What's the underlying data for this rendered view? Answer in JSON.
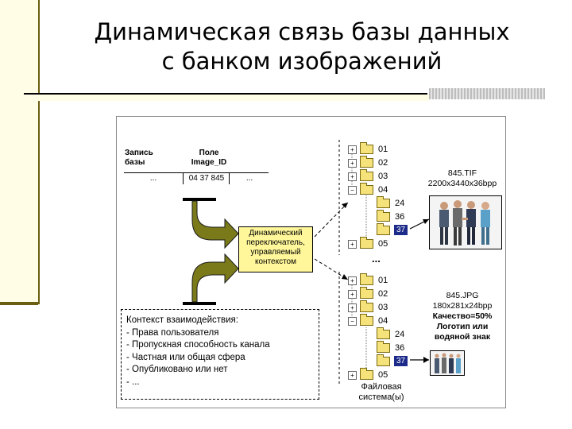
{
  "title": {
    "line1": "Динамическая связь базы данных",
    "line2": "с банком изображений"
  },
  "record": {
    "label_line1": "Запись",
    "label_line2": "базы",
    "field_line1": "Поле",
    "field_line2": "Image_ID",
    "cell_left": "...",
    "cell_value": "04 37 845",
    "cell_right": "..."
  },
  "switch_box": {
    "line1": "Динамический",
    "line2": "переключатель,",
    "line3": "управляемый",
    "line4": "контекстом"
  },
  "interaction": {
    "heading": "Контекст взаимодействия:",
    "items": [
      "- Права пользователя",
      "- Пропускная способность канала",
      "- Частная или общая сфера",
      "- Опубликовано или нет",
      "- ..."
    ]
  },
  "tree_top": {
    "folders": [
      "01",
      "02",
      "03",
      "04",
      "24",
      "36",
      "37",
      "05"
    ]
  },
  "tree_bottom": {
    "folders": [
      "01",
      "02",
      "03",
      "04",
      "24",
      "36",
      "37",
      "05"
    ]
  },
  "ellipsis": "...",
  "file_top": {
    "name": "845.TIF",
    "spec": "2200x3440x36bpp"
  },
  "file_bottom": {
    "name": "845.JPG",
    "spec": "180x281x24bpp",
    "quality": "Качество=50%",
    "note_line1": "Логотип или",
    "note_line2": "водяной знак"
  },
  "fs_label": {
    "line1": "Файловая",
    "line2": "система(ы)"
  },
  "colors": {
    "arrow_fill": "#7a7a1a",
    "switch_fill": "#fff79a",
    "selected": "#1c2a8a",
    "folder": "#f5e27a"
  }
}
